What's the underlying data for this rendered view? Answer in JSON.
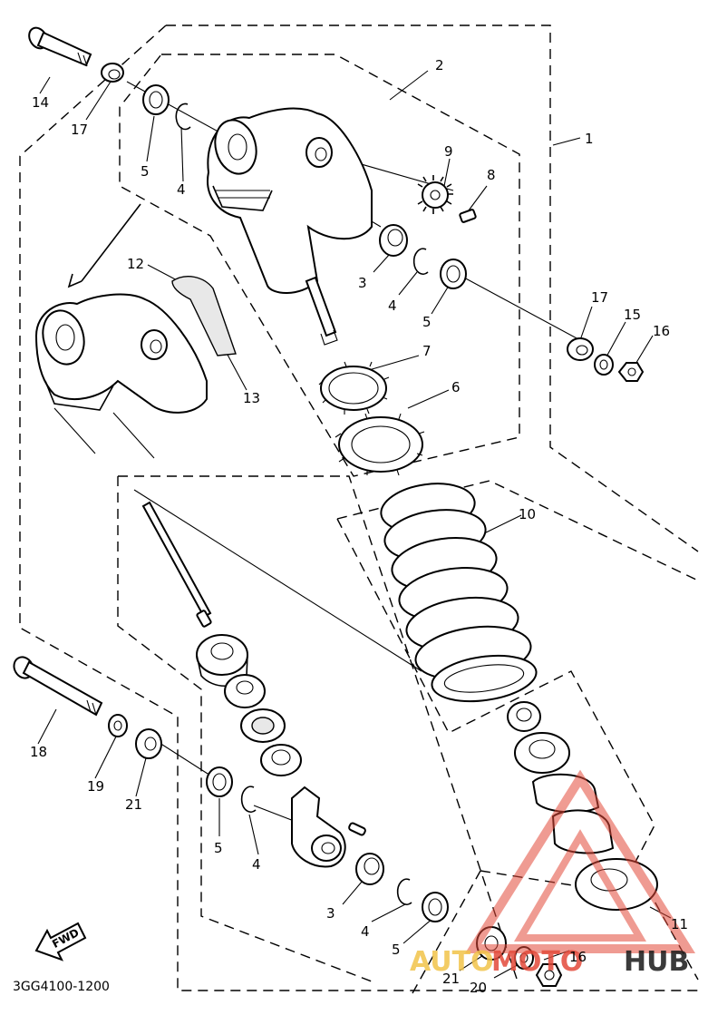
{
  "diagram": {
    "labels": {
      "l1": "1",
      "l2": "2",
      "l3a": "3",
      "l3b": "3",
      "l4a": "4",
      "l4b": "4",
      "l4c": "4",
      "l4d": "4",
      "l5a": "5",
      "l5b": "5",
      "l5c": "5",
      "l5d": "5",
      "l6": "6",
      "l7": "7",
      "l8": "8",
      "l9": "9",
      "l10": "10",
      "l11": "11",
      "l12": "12",
      "l13": "13",
      "l14": "14",
      "l15": "15",
      "l16a": "16",
      "l16b": "16",
      "l17a": "17",
      "l17b": "17",
      "l18": "18",
      "l19": "19",
      "l20": "20",
      "l21a": "21",
      "l21b": "21"
    },
    "fwd_label": "FWD",
    "diagram_code": "3GG4100-1200"
  },
  "watermark": {
    "auto": "AUTO",
    "moto": "MOTO",
    "hub": "HUB",
    "colors": {
      "auto": "#f2c44a",
      "moto": "#e34a3a",
      "hub": "#1a1a1a",
      "triangle": "#e34a3a"
    }
  }
}
